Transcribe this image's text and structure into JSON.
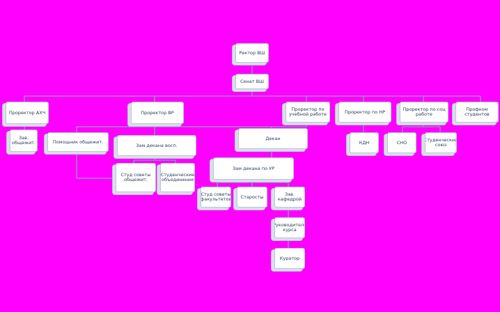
{
  "nodes": {
    "rector": "Ректор ВШ",
    "senate": "Сенат ВШ",
    "prorector_axch": "Проректор АХЧ",
    "zav_obshchezhitiem": "Зав. общежит.",
    "prorector_vr": "Проректор ВР",
    "pomoshchnik_obsh": "Помощник общежит.",
    "zamdekana_vosp": "Зам декана восп.",
    "stud_sovety_obsh": "Студ советы общежит.",
    "studencheskie_obyedinenia": "Студенческие объединения",
    "prorector_ur": "Проректор по учебной работе",
    "dekan": "Декан",
    "zamdekana_ur": "Зам декана по УР",
    "stud_sovety_fakultetov": "Студ советы факультетов",
    "starosty": "Старосты",
    "zav_kafedroi": "Зав. кафедрой",
    "rukovoditel_kursa": "Руководитель курса",
    "kurator": "Куратор",
    "prorector_nr": "Проректор по НР",
    "kdn": "КДН",
    "prorector_sr": "Проректор по соц работе",
    "sno": "СНО",
    "stud_soyuz": "Студенческий союз",
    "profkom": "Профком студентов"
  }
}
